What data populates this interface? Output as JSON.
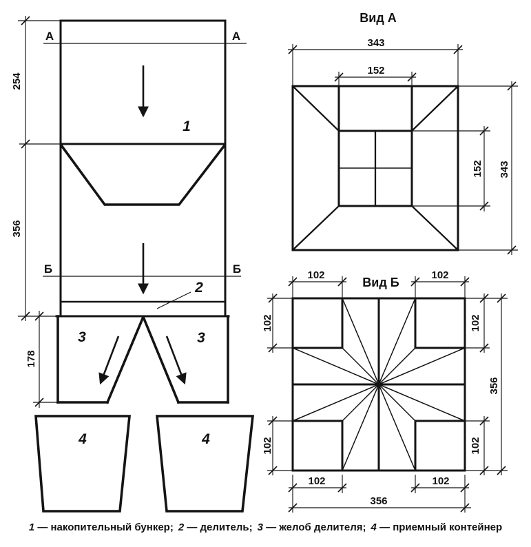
{
  "front_view": {
    "section_a": "А",
    "section_b": "Б",
    "dims": {
      "upper_height": "254",
      "middle_height": "356",
      "chute_height": "178"
    },
    "parts": {
      "hopper": "1",
      "divider": "2",
      "chute": "3",
      "container": "4"
    }
  },
  "view_a": {
    "title": "Вид А",
    "dims": {
      "outer_width": "343",
      "inner_width": "152",
      "outer_height": "343",
      "inner_height": "152"
    }
  },
  "view_b": {
    "title": "Вид Б",
    "dims": {
      "corner": "102",
      "outer_width": "356",
      "outer_height": "356"
    }
  },
  "caption": {
    "items": [
      {
        "num": "1",
        "text": "— накопительный бункер;"
      },
      {
        "num": "2",
        "text": "— делитель;"
      },
      {
        "num": "3",
        "text": "— желоб делителя;"
      },
      {
        "num": "4",
        "text": "— приемный контейнер"
      }
    ]
  },
  "colors": {
    "line": "#141414",
    "background": "#ffffff"
  }
}
